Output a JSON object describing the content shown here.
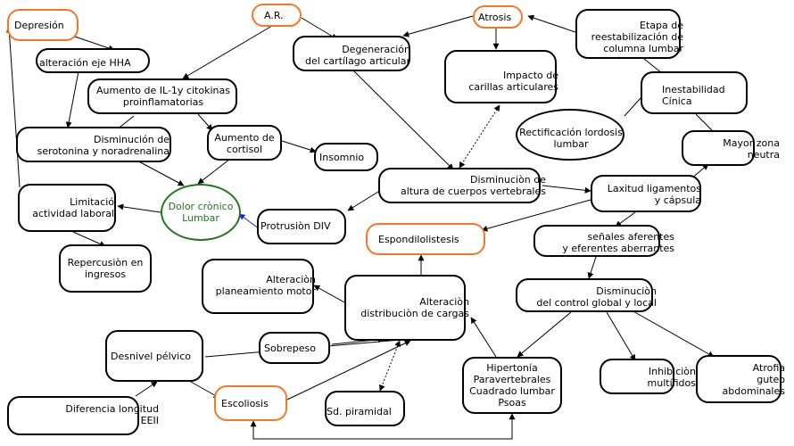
{
  "nodes": {
    "depresion": "Depresión",
    "ar": "A.R.",
    "atrosis": "Atrosis",
    "etapa": "Etapa de\nreestabilización de\ncolumna lumbar",
    "hha": "alteración eje HHA",
    "degeneracion": "Degeneración\ndel cartílago articular",
    "impacto": "Impacto de\ncarillas articulares",
    "citokinas": "Aumento de IL-1y citokinas\nproinflamatorias",
    "inestabilidad": "Inestabilidad\nCínica",
    "rectificacion": "Rectificación lordosis\nlumbar",
    "serotonina": "Disminución de\nserotonina y noradrenalina",
    "cortisol": "Aumento de\ncortisol",
    "insomnio": "Insomnio",
    "mayor_zona": "Mayor zona\nneutra",
    "limitacion": "Limitació\nactividad laboral",
    "dolor": "Dolor crònico\nLumbar",
    "protrusion": "Protrusiòn DIV",
    "disminucion_altura": "Disminuciòn de\naltura de cuerpos vertebrales",
    "laxitud": "Laxitud ligamentos\ny cápsula",
    "espondilolistesis": "Espondilolistesis",
    "senales": "señales aferentes\ny eferentes aberrantes",
    "repercusion": "Repercusiòn en\ningresos",
    "alteracion_plan": "Alteraciòn\nplaneamiento motor",
    "alteracion_dist": "Alteraciòn\ndistribuciòn de cargas",
    "control": "Disminuciòn\ndel control global y local",
    "desnivel": "Desnivel pélvico",
    "sobrepeso": "Sobrepeso",
    "hipertonia": "Hipertonía\nParavertebrales\nCuadrado lumbar\nPsoas",
    "inhibicion": "Inhibiciòn\nmultífidos",
    "atrofia": "Atrofia\nguteo\nabdominales",
    "escoliosis": "Escoliosis",
    "piramidal": "Sd. piramidal",
    "diferencia": "Diferencia longitud\nEEII"
  },
  "colors": {
    "orange_border": "#f07a2a",
    "green_border": "#1f7a1f",
    "blue_arrow": "#1a1aff"
  }
}
